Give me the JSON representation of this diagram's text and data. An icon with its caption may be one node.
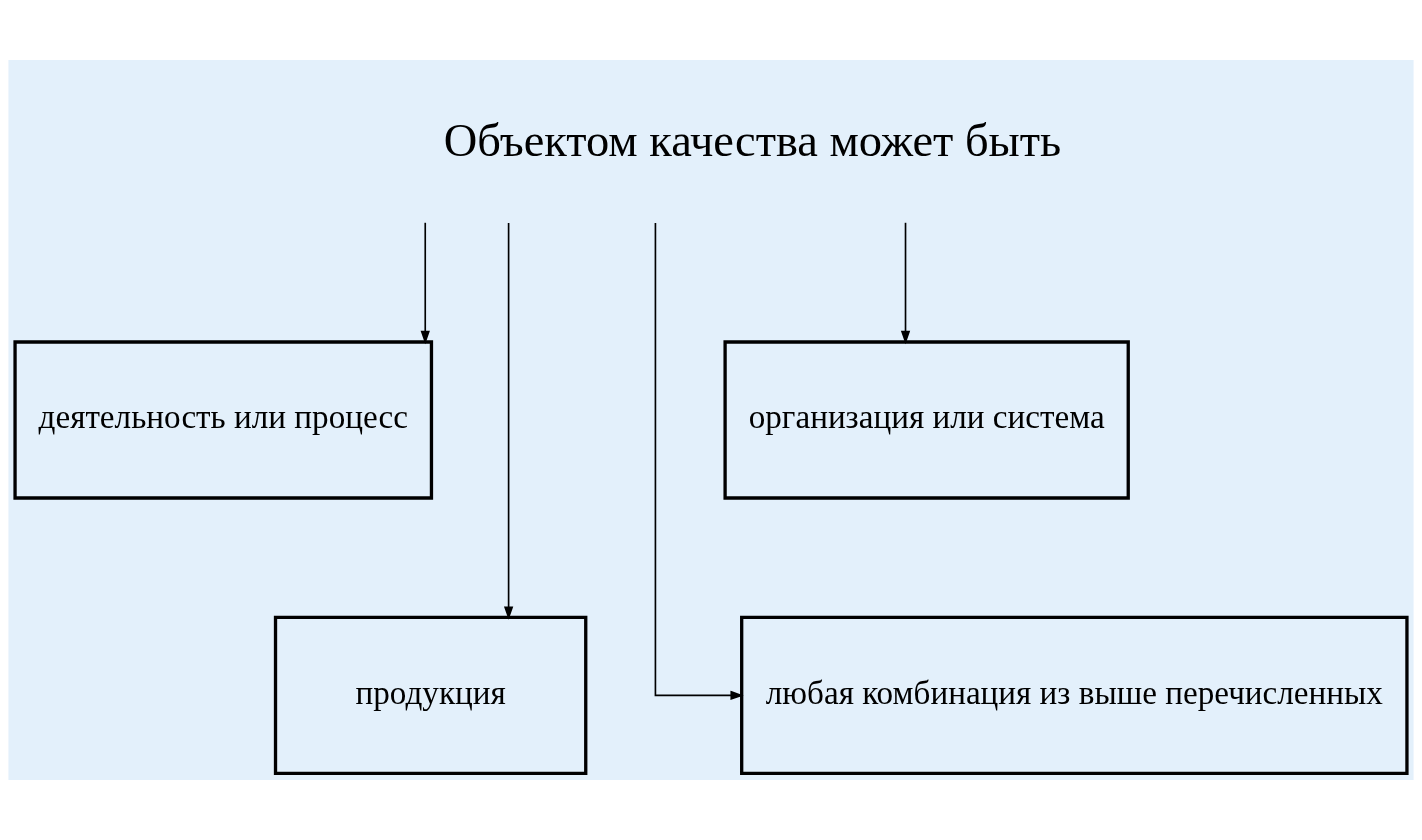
{
  "diagram": {
    "nodes": [
      {
        "text": [
          "Объектом качества может быть"
        ]
      },
      {
        "text": [
          "деятельность или процесс"
        ]
      },
      {
        "text": [
          "продукция"
        ]
      },
      {
        "text": [
          "организация или система"
        ]
      },
      {
        "text": [
          "любая комбинация из выше перечисленных"
        ]
      }
    ],
    "edges": [
      {
        "from": 0,
        "to": 1,
        "arrow": "to"
      },
      {
        "from": 0,
        "to": 2,
        "arrow": "to"
      },
      {
        "from": 0,
        "to": 3,
        "arrow": "to"
      },
      {
        "from": 0,
        "to": 4,
        "arrow": "to"
      }
    ]
  }
}
